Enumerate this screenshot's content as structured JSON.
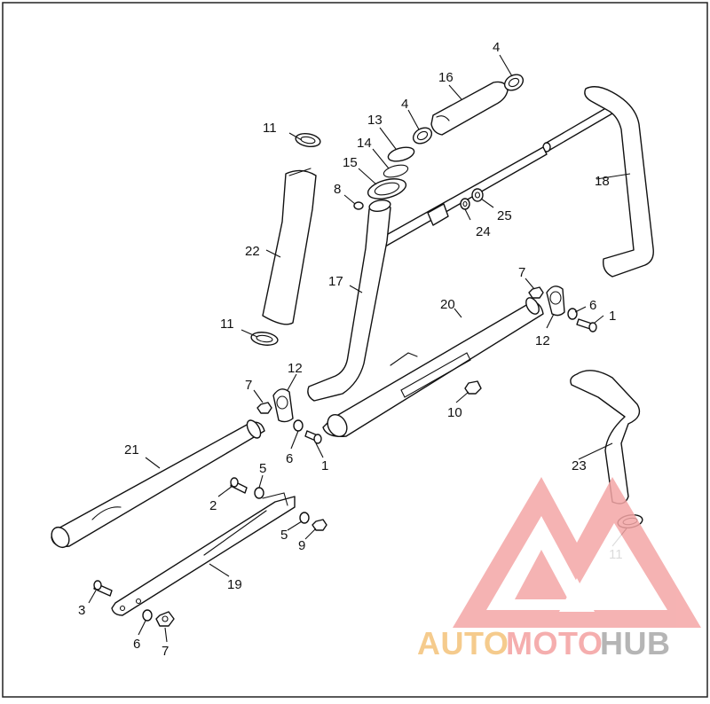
{
  "diagram": {
    "callouts": {
      "c1a": "1",
      "c1b": "1",
      "c2": "2",
      "c3": "3",
      "c4a": "4",
      "c4b": "4",
      "c5a": "5",
      "c5b": "5",
      "c6a": "6",
      "c6b": "6",
      "c6c": "6",
      "c7a": "7",
      "c7b": "7",
      "c7c": "7",
      "c8": "8",
      "c9": "9",
      "c10": "10",
      "c11a": "11",
      "c11b": "11",
      "c11c": "11",
      "c12a": "12",
      "c12b": "12",
      "c13": "13",
      "c14": "14",
      "c15": "15",
      "c16": "16",
      "c17": "17",
      "c18": "18",
      "c19": "19",
      "c20": "20",
      "c21": "21",
      "c22": "22",
      "c23": "23",
      "c24": "24",
      "c25": "25"
    }
  },
  "watermark": {
    "auto": "AUTO",
    "moto": "MOTO",
    "hub": "HUB",
    "colors": {
      "auto": "#f4c37a",
      "moto": "#f4a0a0",
      "hub": "#a9a9a9",
      "triangle": "#f08080"
    }
  }
}
